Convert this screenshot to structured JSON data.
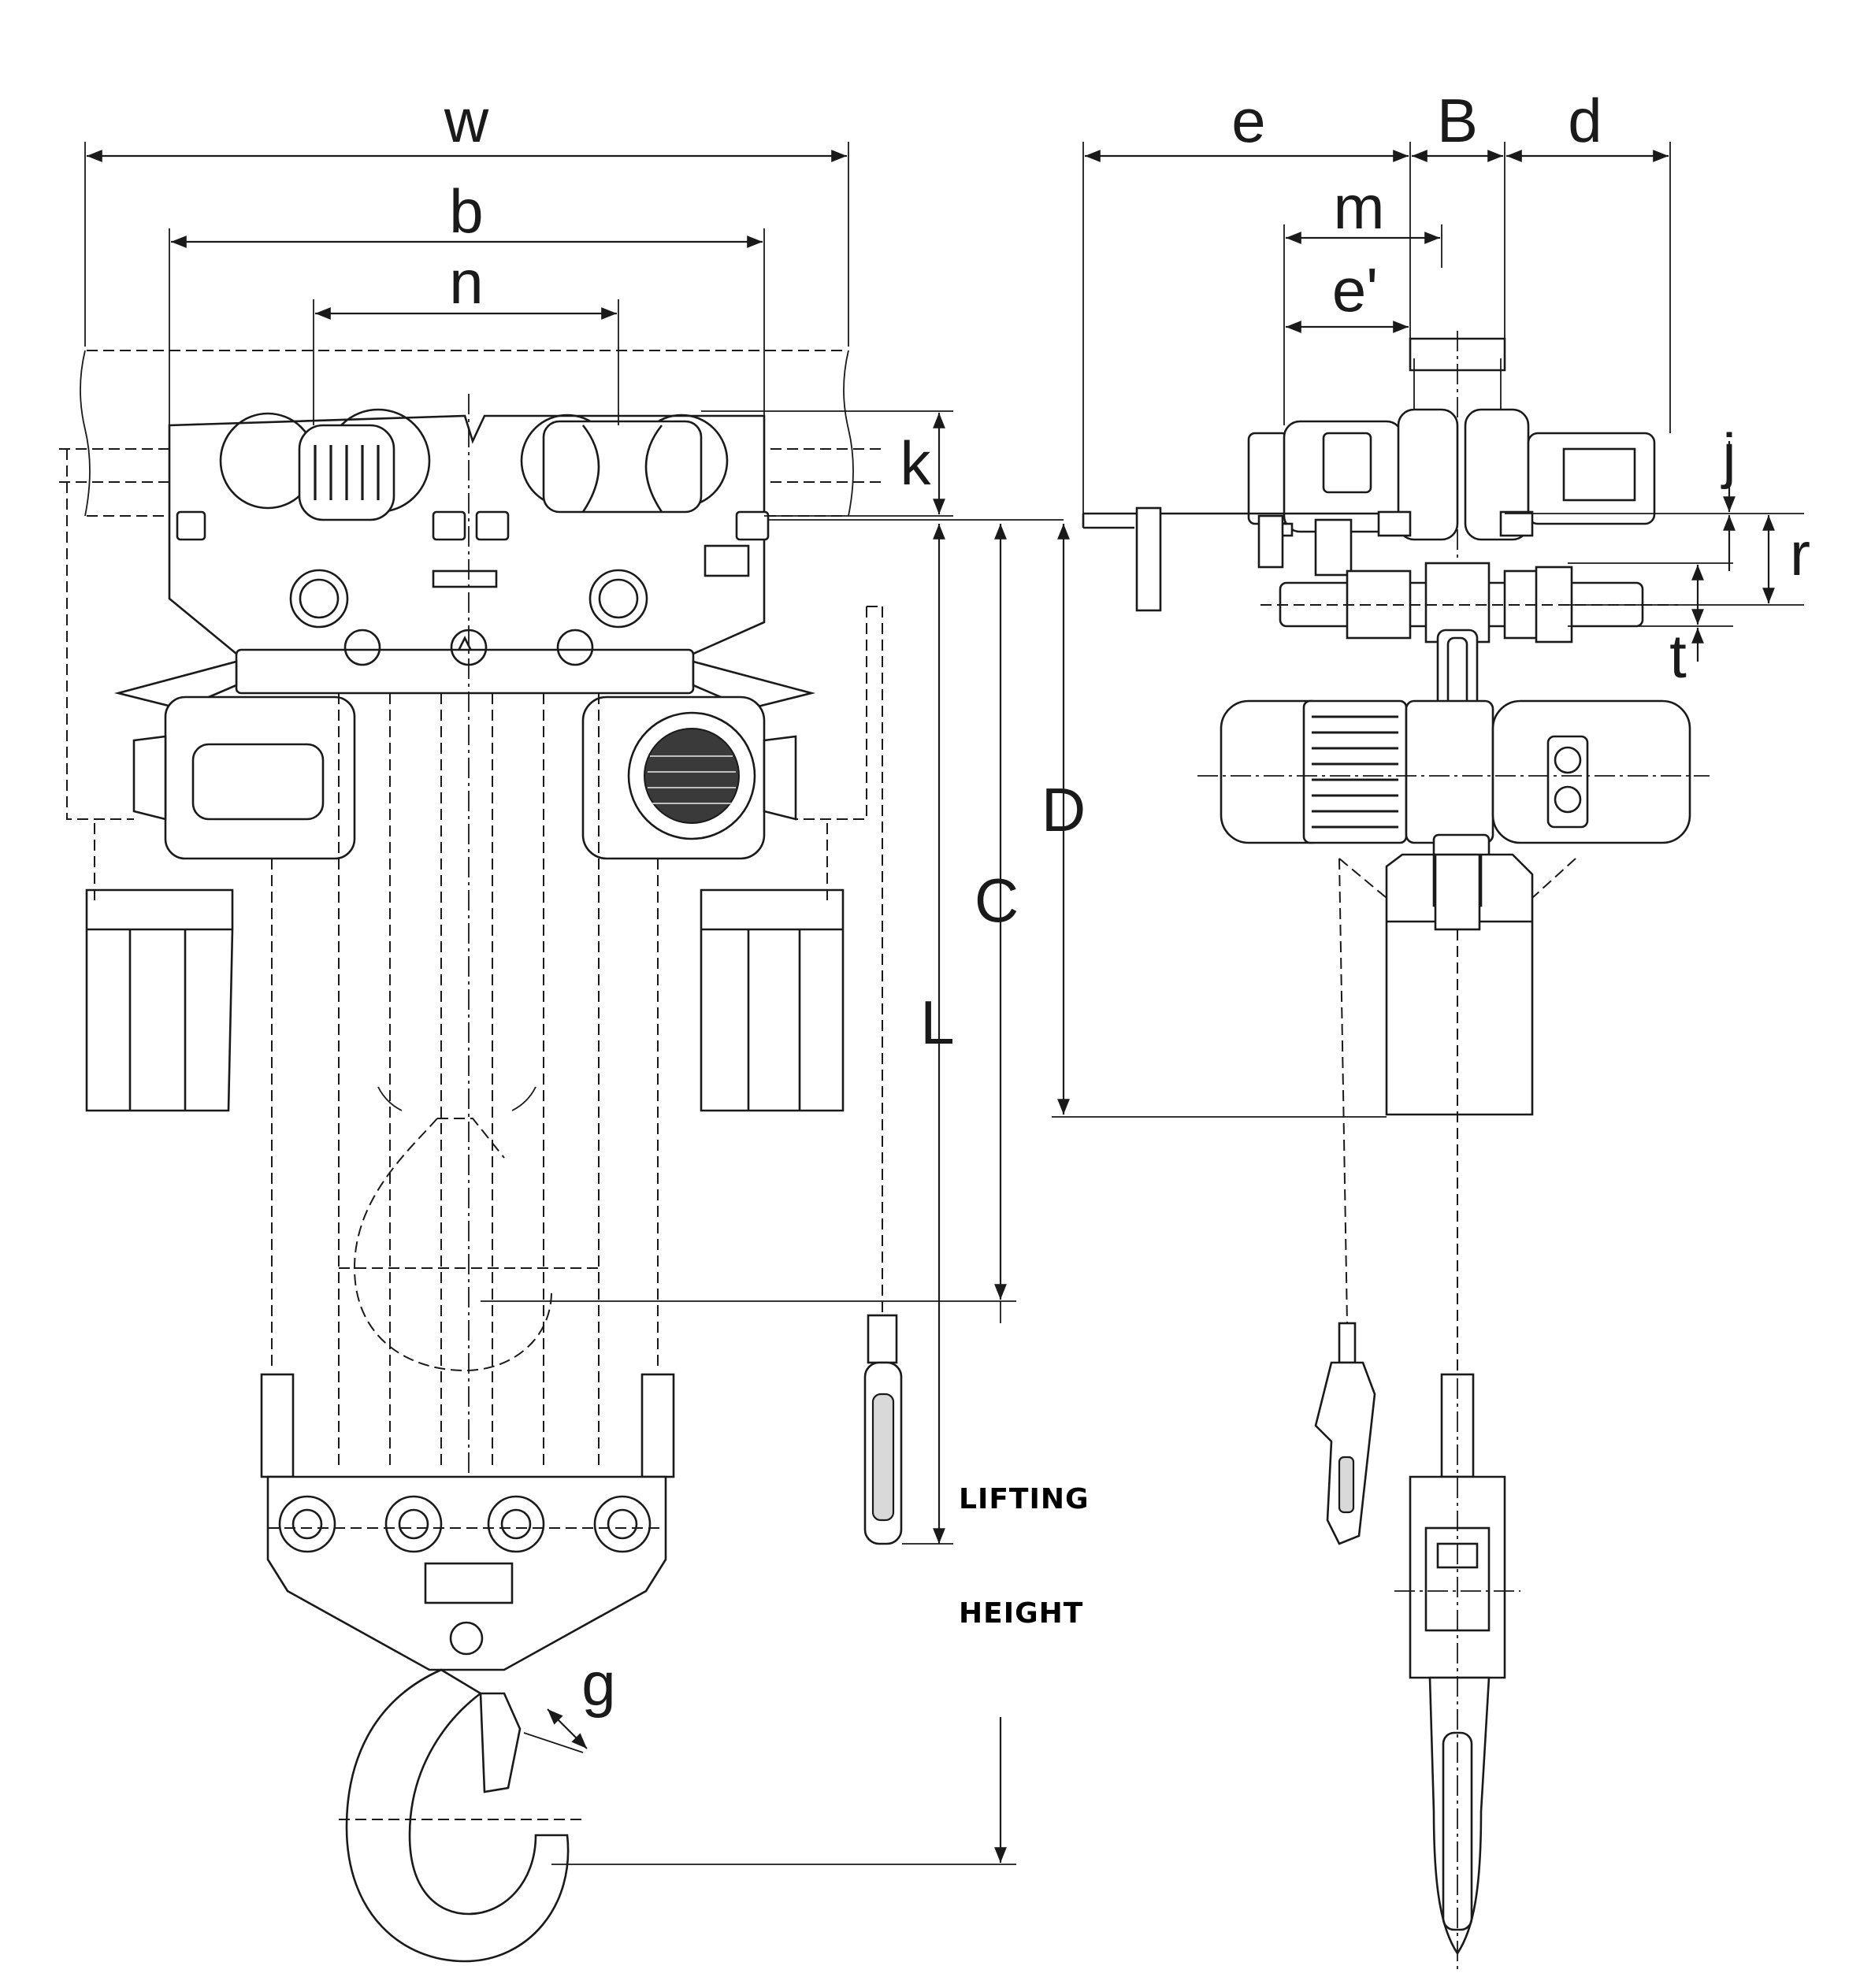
{
  "drawing": {
    "dimension_labels": {
      "w": "w",
      "b": "b",
      "n": "n",
      "k": "k",
      "L": "L",
      "C": "C",
      "D": "D",
      "g": "g",
      "e": "e",
      "B": "B",
      "d": "d",
      "m": "m",
      "e_prime": "e'",
      "j": "j",
      "r": "r",
      "t": "t"
    },
    "note_line1": "LIFTING",
    "note_line2": "HEIGHT"
  }
}
